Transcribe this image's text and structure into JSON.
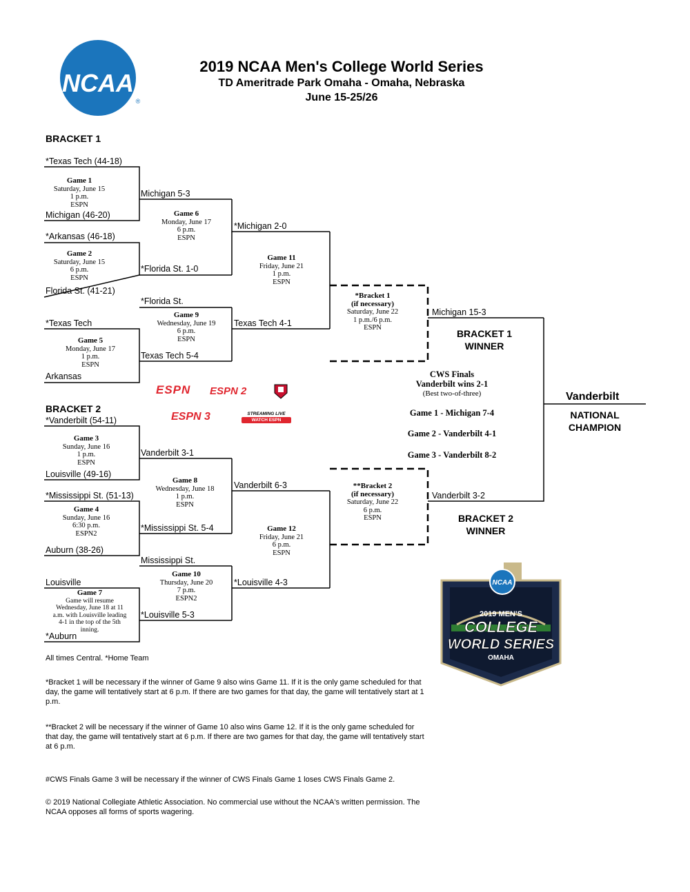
{
  "header": {
    "title": "2019 NCAA Men's College World Series",
    "venue": "TD Ameritrade Park Omaha - Omaha, Nebraska",
    "dates": "June 15-25/26",
    "logo_text": "NCAA",
    "logo_mark": "®",
    "brand_color": "#1b75bc"
  },
  "bracket1": {
    "heading": "BRACKET 1",
    "teams": {
      "r1": "*Texas Tech (44-18)",
      "r2": "Michigan (46-20)",
      "r3": "*Arkansas (46-18)",
      "r4": "Florida St. (41-21)",
      "r5": "*Texas Tech",
      "r6": "Arkansas",
      "w1": "Michigan  5-3",
      "w2": "*Florida St.  1-0",
      "l1": "*Florida St.",
      "l2": "Texas Tech  5-4",
      "w6": "*Michigan  2-0",
      "w9": "Texas Tech  4-1",
      "w11": "Michigan  15-3"
    },
    "games": {
      "g1": [
        "Game 1",
        "Saturday, June 15",
        "1 p.m.",
        "ESPN"
      ],
      "g2": [
        "Game 2",
        "Saturday, June 15",
        "6 p.m.",
        "ESPN"
      ],
      "g5": [
        "Game 5",
        "Monday, June 17",
        "1 p.m.",
        "ESPN"
      ],
      "g6": [
        "Game 6",
        "Monday, June 17",
        "6 p.m.",
        "ESPN"
      ],
      "g9": [
        "Game 9",
        "Wednesday, June 19",
        "6 p.m.",
        "ESPN"
      ],
      "g11": [
        "Game 11",
        "Friday, June 21",
        "1 p.m.",
        "ESPN"
      ],
      "ifnec": [
        "*Bracket 1",
        "(if necessary)",
        "Saturday, June 22",
        "1 p.m./6 p.m.",
        "ESPN"
      ]
    },
    "winner_label": [
      "BRACKET 1",
      "WINNER"
    ]
  },
  "bracket2": {
    "heading": "BRACKET 2",
    "teams": {
      "r1": "*Vanderbilt (54-11)",
      "r2": "Louisville (49-16)",
      "r3": "*Mississippi St. (51-13)",
      "r4": "Auburn (38-26)",
      "r5": "Louisville",
      "r6": "*Auburn",
      "w3": "Vanderbilt  3-1",
      "w4": "*Mississippi St.  5-4",
      "l1": "Mississippi St.",
      "l2": "*Louisville  5-3",
      "w8": "Vanderbilt  6-3",
      "w10": "*Louisville  4-3",
      "w12": "Vanderbilt  3-2"
    },
    "games": {
      "g3": [
        "Game 3",
        "Sunday, June 16",
        "1 p.m.",
        "ESPN"
      ],
      "g4": [
        "Game 4",
        "Sunday, June 16",
        "6:30 p.m.",
        "ESPN2"
      ],
      "g7": [
        "Game 7",
        "Game will resume",
        "Wednesday, June 18 at 11",
        "a.m. with Louisville leading",
        "4-1 in the top of the 5th",
        "inning."
      ],
      "g8": [
        "Game 8",
        "Wednesday, June 18",
        "1 p.m.",
        "ESPN"
      ],
      "g10": [
        "Game 10",
        "Thursday, June 20",
        "7 p.m.",
        "ESPN2"
      ],
      "g12": [
        "Game 12",
        "Friday, June 21",
        "6 p.m.",
        "ESPN"
      ],
      "ifnec": [
        "**Bracket 2",
        "(if necessary)",
        "Saturday, June 22",
        "6 p.m.",
        "ESPN"
      ]
    },
    "winner_label": [
      "BRACKET 2",
      "WINNER"
    ]
  },
  "finals": {
    "title": "CWS Finals",
    "result": "Vanderbilt wins 2-1",
    "format": "(Best two-of-three)",
    "g1": "Game 1 - Michigan 7-4",
    "g2": "Game 2 - Vanderbilt 4-1",
    "g3": "Game 3 - Vanderbilt 8-2",
    "champion": "Vanderbilt",
    "champion_label": [
      "NATIONAL",
      "CHAMPION"
    ]
  },
  "networks": {
    "espn": "ESPN",
    "espn2": "ESPN 2",
    "espn3": "ESPN 3",
    "streaming": "STREAMING LIVE",
    "watch": "WATCH ESPN",
    "espn_color": "#e0262f"
  },
  "cws_logo": {
    "badge": "NCAA",
    "line1": "2019 MEN'S",
    "line2": "COLLEGE",
    "line3": "WORLD SERIES",
    "line4": "OMAHA"
  },
  "notes": {
    "times": "All times Central. *Home Team",
    "n1": "*Bracket 1 will be necessary if the winner of Game 9 also wins Game 11. If it is the only game scheduled for that day, the game will tentatively start at 6 p.m. If there are two games for that day, the game will tentatively start at 1 p.m.",
    "n2": "**Bracket 2 will be necessary if the winner of Game 10 also wins Game 12. If it is the only game scheduled for that day, the game will tentatively start at 6 p.m. If there are two games for that day, the game will tentatively start at 6 p.m.",
    "n3": "#CWS Finals Game 3 will be necessary if the winner of CWS Finals Game 1 loses CWS Finals Game 2.",
    "copyright": "© 2019 National Collegiate Athletic Association. No commercial use without the NCAA's written permission. The NCAA opposes all forms of sports wagering."
  }
}
